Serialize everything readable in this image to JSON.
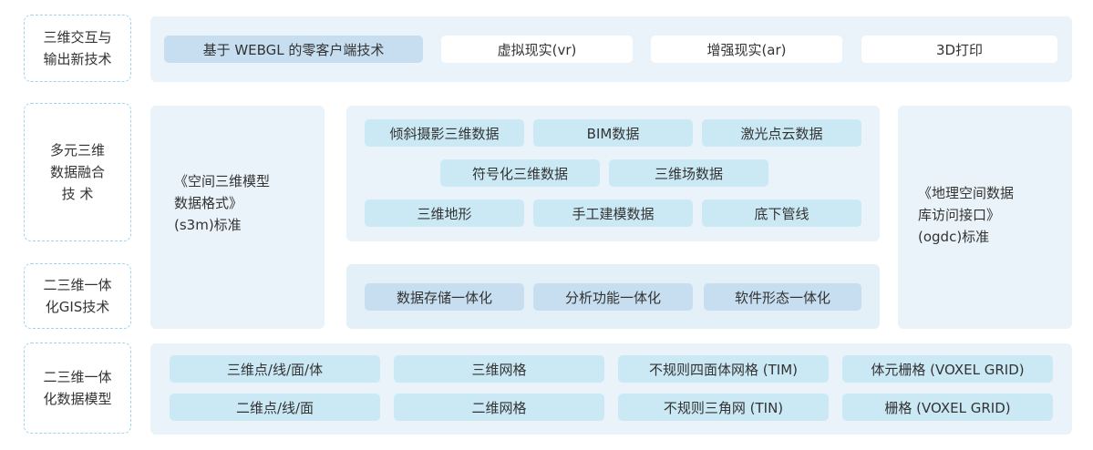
{
  "rows": {
    "row1_label": "三维交互与\n输出新技术",
    "row2_label": "多元三维\n数据融合\n技 术",
    "row3_label": "二三维一体\n化GIS技术",
    "row4_label": "二三维一体\n化数据模型"
  },
  "output_tech": [
    "基于 WEBGL 的零客户端技术",
    "虚拟现实(vr)",
    "增强现实(ar)",
    "3D打印"
  ],
  "standards": {
    "s3m": "《空间三维模型\n数据格式》\n(s3m)标准",
    "ogdc": "《地理空间数据\n库访问接口》\n(ogdc)标准"
  },
  "data_fusion": {
    "row1": [
      "倾斜摄影三维数据",
      "BIM数据",
      "激光点云数据"
    ],
    "row2": [
      "符号化三维数据",
      "三维场数据"
    ],
    "row3": [
      "三维地形",
      "手工建模数据",
      "底下管线"
    ]
  },
  "integration": [
    "数据存储一体化",
    "分析功能一体化",
    "软件形态一体化"
  ],
  "data_model": {
    "row1": [
      "三维点/线/面/体",
      "三维网格",
      "不规则四面体网格 (TIM)",
      "体元栅格 (VOXEL GRID)"
    ],
    "row2": [
      "二维点/线/面",
      "二维网格",
      "不规则三角网 (TIN)",
      "栅格 (VOXEL GRID)"
    ]
  },
  "colors": {
    "panel": "#eaf3fa",
    "inner_panel": "#dceef7",
    "pill_blue": "#c6def0",
    "pill_cyan": "#cbe9f5",
    "dashed_border": "#9fd4ea"
  }
}
